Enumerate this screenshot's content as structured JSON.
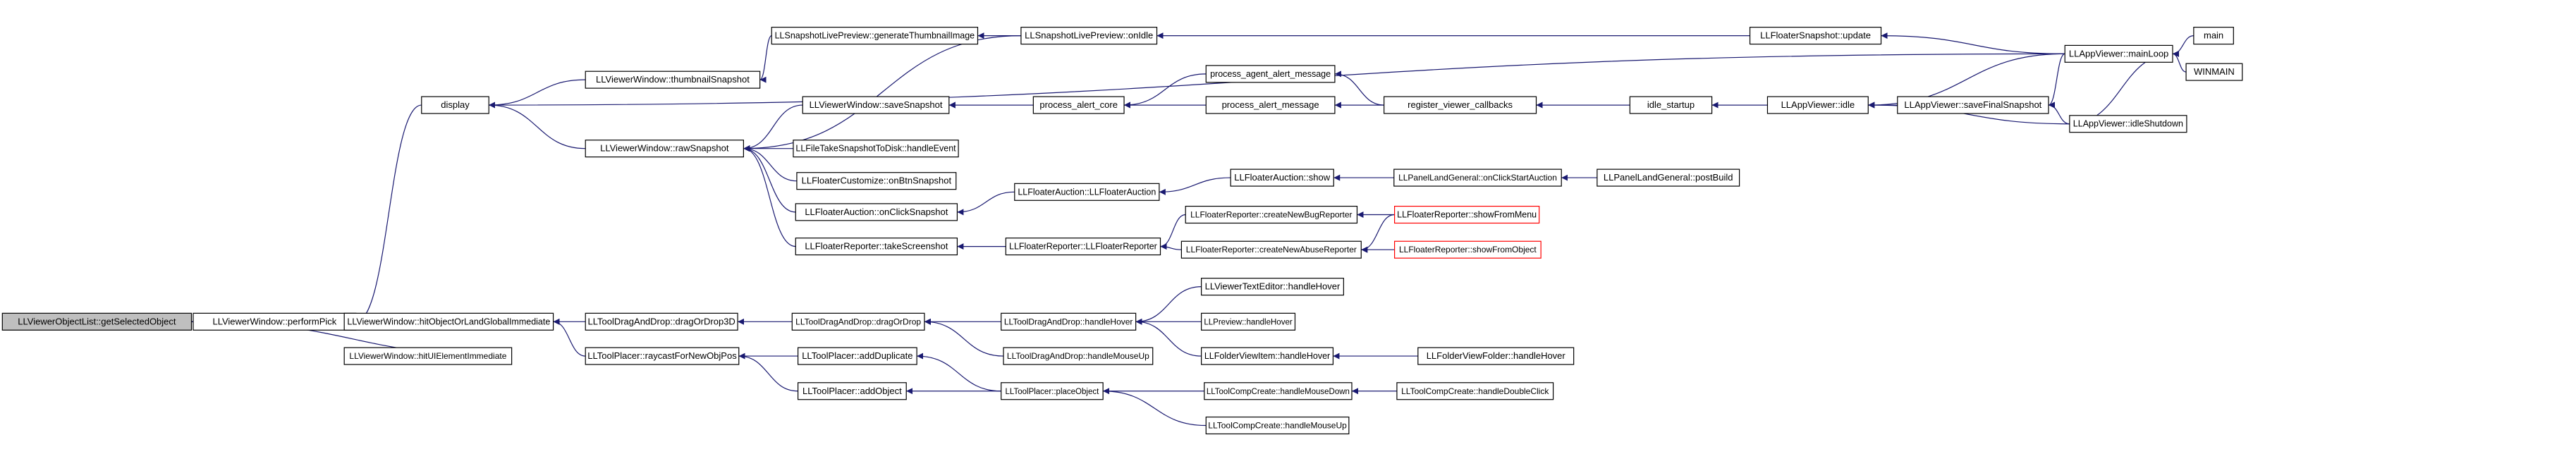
{
  "diagram": {
    "colors": {
      "edge": "#191970",
      "root_fill": "#bfbfbf",
      "node_border": "#000000",
      "truncated_border": "#ff0000"
    },
    "nodes": {
      "getSelectedObject": "LLViewerObjectList::getSelectedObject",
      "performPick": "LLViewerWindow::performPick",
      "display": "display",
      "thumbnailSnapshot": "LLViewerWindow::thumbnailSnapshot",
      "rawSnapshot": "LLViewerWindow::rawSnapshot",
      "generateThumbnailImage": "LLSnapshotLivePreview::generateThumbnailImage",
      "onIdle": "LLSnapshotLivePreview::onIdle",
      "saveSnapshot": "LLViewerWindow::saveSnapshot",
      "handleEvent": "LLFileTakeSnapshotToDisk::handleEvent",
      "onBtnSnapshot": "LLFloaterCustomize::onBtnSnapshot",
      "onClickSnapshot": "LLFloaterAuction::onClickSnapshot",
      "takeScreenshot": "LLFloaterReporter::takeScreenshot",
      "processAlertCore": "process_alert_core",
      "processAgentAlertMessage": "process_agent_alert_message",
      "processAlertMessage": "process_alert_message",
      "registerViewerCallbacks": "register_viewer_callbacks",
      "idleStartup": "idle_startup",
      "appIdle": "LLAppViewer::idle",
      "saveFinalSnapshot": "LLAppViewer::saveFinalSnapshot",
      "floaterSnapshotUpdate": "LLFloaterSnapshot::update",
      "mainLoop": "LLAppViewer::mainLoop",
      "main": "main",
      "winmain": "WINMAIN",
      "idleShutdown": "LLAppViewer::idleShutdown",
      "floaterAuctionCtor": "LLFloaterAuction::LLFloaterAuction",
      "floaterAuctionShow": "LLFloaterAuction::show",
      "onClickStartAuction": "LLPanelLandGeneral::onClickStartAuction",
      "postBuild": "LLPanelLandGeneral::postBuild",
      "floaterReporterCtor": "LLFloaterReporter::LLFloaterReporter",
      "createNewBugReporter": "LLFloaterReporter::createNewBugReporter",
      "createNewAbuseReporter": "LLFloaterReporter::createNewAbuseReporter",
      "showFromMenu": "LLFloaterReporter::showFromMenu",
      "showFromObject": "LLFloaterReporter::showFromObject",
      "hitObjectOrLandGlobalImmediate": "LLViewerWindow::hitObjectOrLandGlobalImmediate",
      "hitUIElementImmediate": "LLViewerWindow::hitUIElementImmediate",
      "dragOrDrop3D": "LLToolDragAndDrop::dragOrDrop3D",
      "dragOrDrop": "LLToolDragAndDrop::dragOrDrop",
      "dndHandleHover": "LLToolDragAndDrop::handleHover",
      "dndHandleMouseUp": "LLToolDragAndDrop::handleMouseUp",
      "textEditorHandleHover": "LLViewerTextEditor::handleHover",
      "previewHandleHover": "LLPreview::handleHover",
      "folderViewItemHandleHover": "LLFolderViewItem::handleHover",
      "folderViewFolderHandleHover": "LLFolderViewFolder::handleHover",
      "raycastForNewObjPos": "LLToolPlacer::raycastForNewObjPos",
      "addDuplicate": "LLToolPlacer::addDuplicate",
      "addObject": "LLToolPlacer::addObject",
      "placeObject": "LLToolPlacer::placeObject",
      "compCreateHandleMouseDown": "LLToolCompCreate::handleMouseDown",
      "compCreateHandleDoubleClick": "LLToolCompCreate::handleDoubleClick",
      "compCreateHandleMouseUp": "LLToolCompCreate::handleMouseUp"
    },
    "edges": [
      [
        "performPick",
        "getSelectedObject"
      ],
      [
        "display",
        "performPick"
      ],
      [
        "hitObjectOrLandGlobalImmediate",
        "performPick"
      ],
      [
        "hitUIElementImmediate",
        "performPick"
      ],
      [
        "thumbnailSnapshot",
        "display"
      ],
      [
        "rawSnapshot",
        "display"
      ],
      [
        "mainLoop",
        "display"
      ],
      [
        "generateThumbnailImage",
        "thumbnailSnapshot"
      ],
      [
        "onIdle",
        "generateThumbnailImage"
      ],
      [
        "floaterSnapshotUpdate",
        "onIdle"
      ],
      [
        "mainLoop",
        "floaterSnapshotUpdate"
      ],
      [
        "onIdle",
        "rawSnapshot"
      ],
      [
        "saveSnapshot",
        "rawSnapshot"
      ],
      [
        "handleEvent",
        "rawSnapshot"
      ],
      [
        "onBtnSnapshot",
        "rawSnapshot"
      ],
      [
        "onClickSnapshot",
        "rawSnapshot"
      ],
      [
        "takeScreenshot",
        "rawSnapshot"
      ],
      [
        "processAlertCore",
        "saveSnapshot"
      ],
      [
        "saveFinalSnapshot",
        "saveSnapshot"
      ],
      [
        "processAgentAlertMessage",
        "processAlertCore"
      ],
      [
        "processAlertMessage",
        "processAlertCore"
      ],
      [
        "registerViewerCallbacks",
        "processAgentAlertMessage"
      ],
      [
        "registerViewerCallbacks",
        "processAlertMessage"
      ],
      [
        "idleStartup",
        "registerViewerCallbacks"
      ],
      [
        "appIdle",
        "idleStartup"
      ],
      [
        "mainLoop",
        "appIdle"
      ],
      [
        "saveFinalSnapshot",
        "appIdle"
      ],
      [
        "idleShutdown",
        "appIdle"
      ],
      [
        "mainLoop",
        "saveFinalSnapshot"
      ],
      [
        "idleShutdown",
        "saveFinalSnapshot"
      ],
      [
        "mainLoop",
        "idleShutdown"
      ],
      [
        "main",
        "mainLoop"
      ],
      [
        "winmain",
        "mainLoop"
      ],
      [
        "floaterAuctionCtor",
        "onClickSnapshot"
      ],
      [
        "floaterAuctionShow",
        "floaterAuctionCtor"
      ],
      [
        "onClickStartAuction",
        "floaterAuctionShow"
      ],
      [
        "postBuild",
        "onClickStartAuction"
      ],
      [
        "floaterReporterCtor",
        "takeScreenshot"
      ],
      [
        "createNewBugReporter",
        "floaterReporterCtor"
      ],
      [
        "createNewAbuseReporter",
        "floaterReporterCtor"
      ],
      [
        "showFromMenu",
        "createNewBugReporter"
      ],
      [
        "showFromMenu",
        "createNewAbuseReporter"
      ],
      [
        "showFromObject",
        "createNewAbuseReporter"
      ],
      [
        "dragOrDrop3D",
        "hitObjectOrLandGlobalImmediate"
      ],
      [
        "raycastForNewObjPos",
        "hitObjectOrLandGlobalImmediate"
      ],
      [
        "dragOrDrop",
        "dragOrDrop3D"
      ],
      [
        "dndHandleHover",
        "dragOrDrop"
      ],
      [
        "dndHandleMouseUp",
        "dragOrDrop"
      ],
      [
        "textEditorHandleHover",
        "dndHandleHover"
      ],
      [
        "previewHandleHover",
        "dndHandleHover"
      ],
      [
        "folderViewItemHandleHover",
        "dndHandleHover"
      ],
      [
        "folderViewFolderHandleHover",
        "folderViewItemHandleHover"
      ],
      [
        "addDuplicate",
        "raycastForNewObjPos"
      ],
      [
        "addObject",
        "raycastForNewObjPos"
      ],
      [
        "placeObject",
        "addDuplicate"
      ],
      [
        "placeObject",
        "addObject"
      ],
      [
        "compCreateHandleMouseDown",
        "placeObject"
      ],
      [
        "compCreateHandleMouseUp",
        "placeObject"
      ],
      [
        "compCreateHandleDoubleClick",
        "compCreateHandleMouseDown"
      ]
    ]
  }
}
